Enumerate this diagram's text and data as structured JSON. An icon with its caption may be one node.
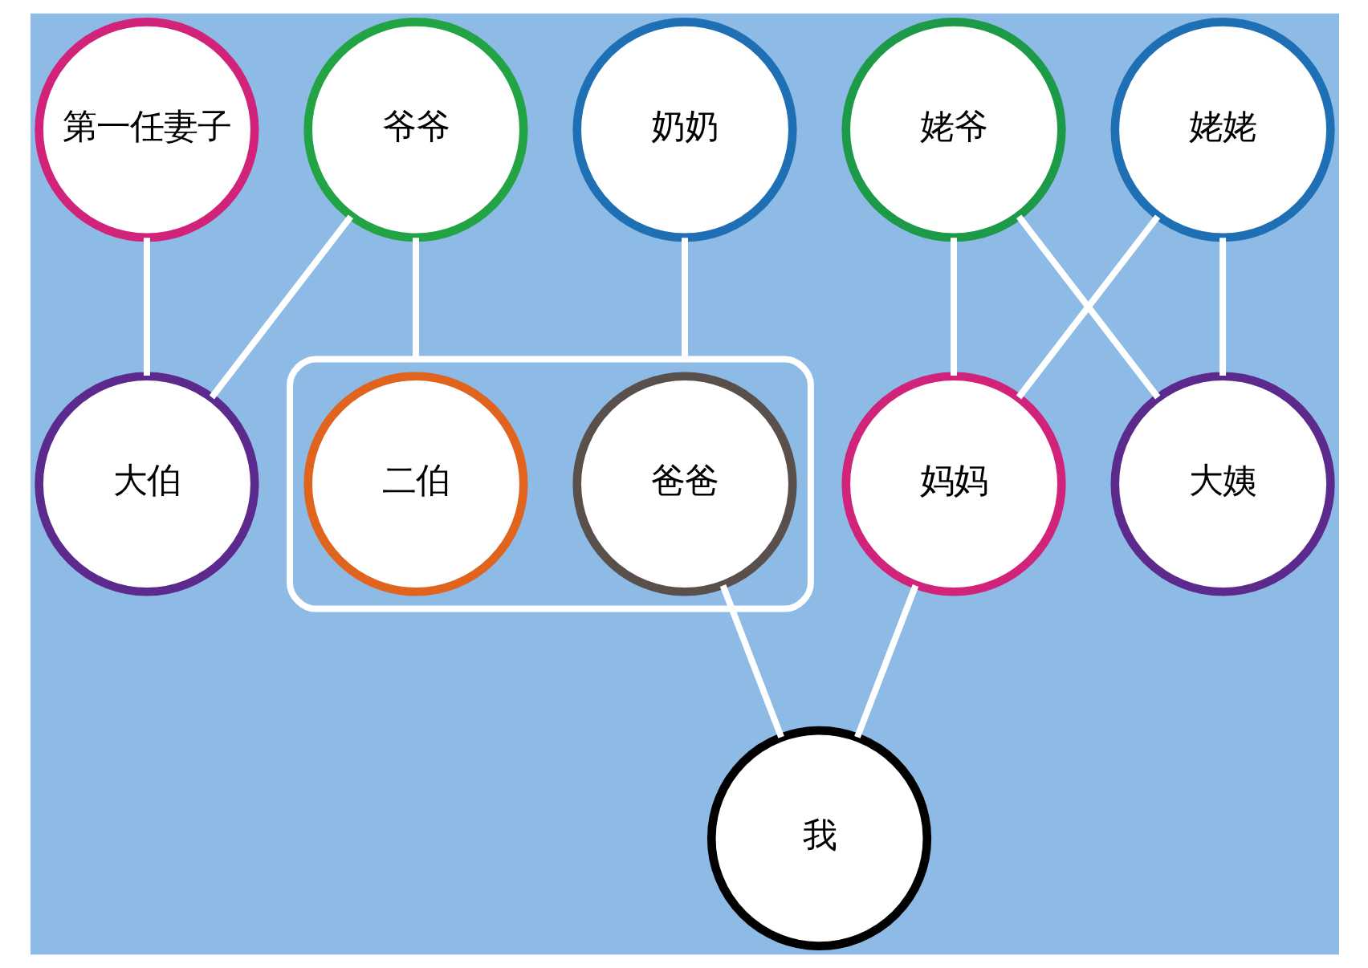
{
  "diagram": {
    "nodes": [
      {
        "text": [
          "第一任妻子"
        ]
      },
      {
        "text": [
          "爷爷"
        ]
      },
      {
        "text": [
          "奶奶"
        ]
      },
      {
        "text": [
          "姥爷"
        ]
      },
      {
        "text": [
          "姥姥"
        ]
      },
      {
        "text": [
          "大伯"
        ]
      },
      {
        "text": [],
        "shape": "bracket"
      },
      {
        "text": [
          "二伯"
        ],
        "in": 6
      },
      {
        "text": [
          "爸爸"
        ],
        "in": 6
      },
      {
        "text": [
          "妈妈"
        ]
      },
      {
        "text": [
          "大姨"
        ]
      },
      {
        "text": [
          "我"
        ]
      }
    ],
    "edges": [
      {
        "from": 0,
        "to": 5,
        "arrow": "none"
      },
      {
        "from": 1,
        "to": 5,
        "arrow": "none"
      },
      {
        "from": 1,
        "to": 6,
        "arrow": "none"
      },
      {
        "from": 2,
        "to": 6,
        "arrow": "none"
      },
      {
        "from": 3,
        "to": 9,
        "arrow": "none"
      },
      {
        "from": 3,
        "to": 10,
        "arrow": "none"
      },
      {
        "from": 4,
        "to": 9,
        "arrow": "none"
      },
      {
        "from": 4,
        "to": 10,
        "arrow": "none"
      },
      {
        "from": 8,
        "to": 11,
        "arrow": "none"
      },
      {
        "from": 9,
        "to": 11,
        "arrow": "none"
      }
    ]
  }
}
